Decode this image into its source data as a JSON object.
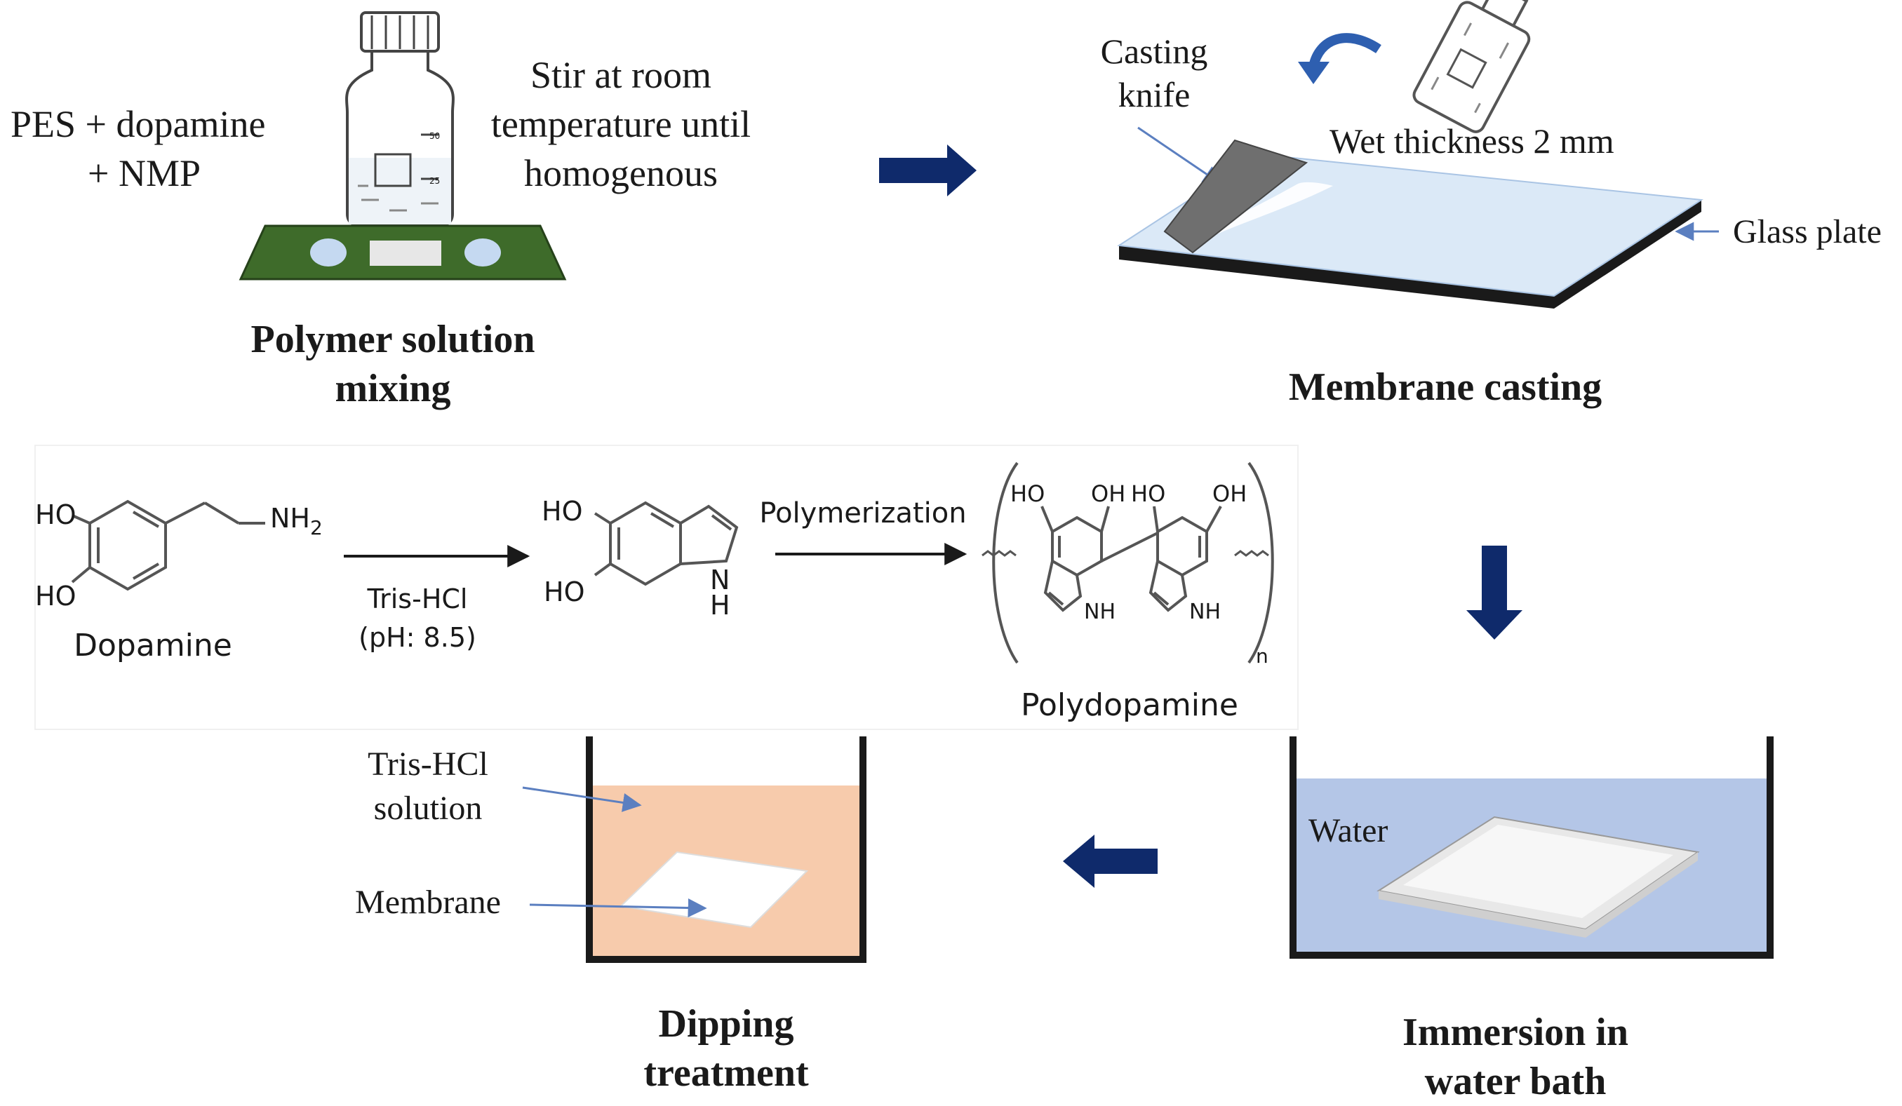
{
  "step1": {
    "title_line1": "Polymer solution",
    "title_line2": "mixing",
    "reagents_line1": "PES + dopamine",
    "reagents_line2": "+ NMP",
    "instruction_line1": "Stir at room",
    "instruction_line2": "temperature until",
    "instruction_line3": "homogenous",
    "bottle_marks": [
      "50",
      "25"
    ]
  },
  "step2": {
    "title": "Membrane casting",
    "knife_label_line1": "Casting",
    "knife_label_line2": "knife",
    "thickness_label": "Wet thickness 2 mm",
    "plate_label": "Glass plate"
  },
  "reaction": {
    "reactant_name": "Dopamine",
    "reactant_groups": [
      "HO",
      "HO",
      "NH2"
    ],
    "condition_line1": "Tris-HCl",
    "condition_line2": "(pH: 8.5)",
    "intermediate_groups": [
      "HO",
      "HO",
      "N",
      "H"
    ],
    "step_label": "Polymerization",
    "polymer_groups": [
      "HO",
      "OH",
      "HO",
      "OH",
      "NH",
      "NH",
      "n"
    ],
    "product_name": "Polydopamine"
  },
  "step3": {
    "title_line1": "Immersion in",
    "title_line2": "water bath",
    "water_label": "Water"
  },
  "step4": {
    "title_line1": "Dipping",
    "title_line2": "treatment",
    "solution_label_line1": "Tris-HCl",
    "solution_label_line2": "solution",
    "membrane_label": "Membrane"
  },
  "colors": {
    "flow_arrow": "#0f2a6b",
    "pointer_arrow": "#5b7fc0",
    "stirrer_plate": "#3e6b2a",
    "water": "#b4c6e7",
    "tris_solution": "#f7cbac",
    "knife": "#6f6f6f",
    "glass_plate": "#dbe9f7"
  }
}
